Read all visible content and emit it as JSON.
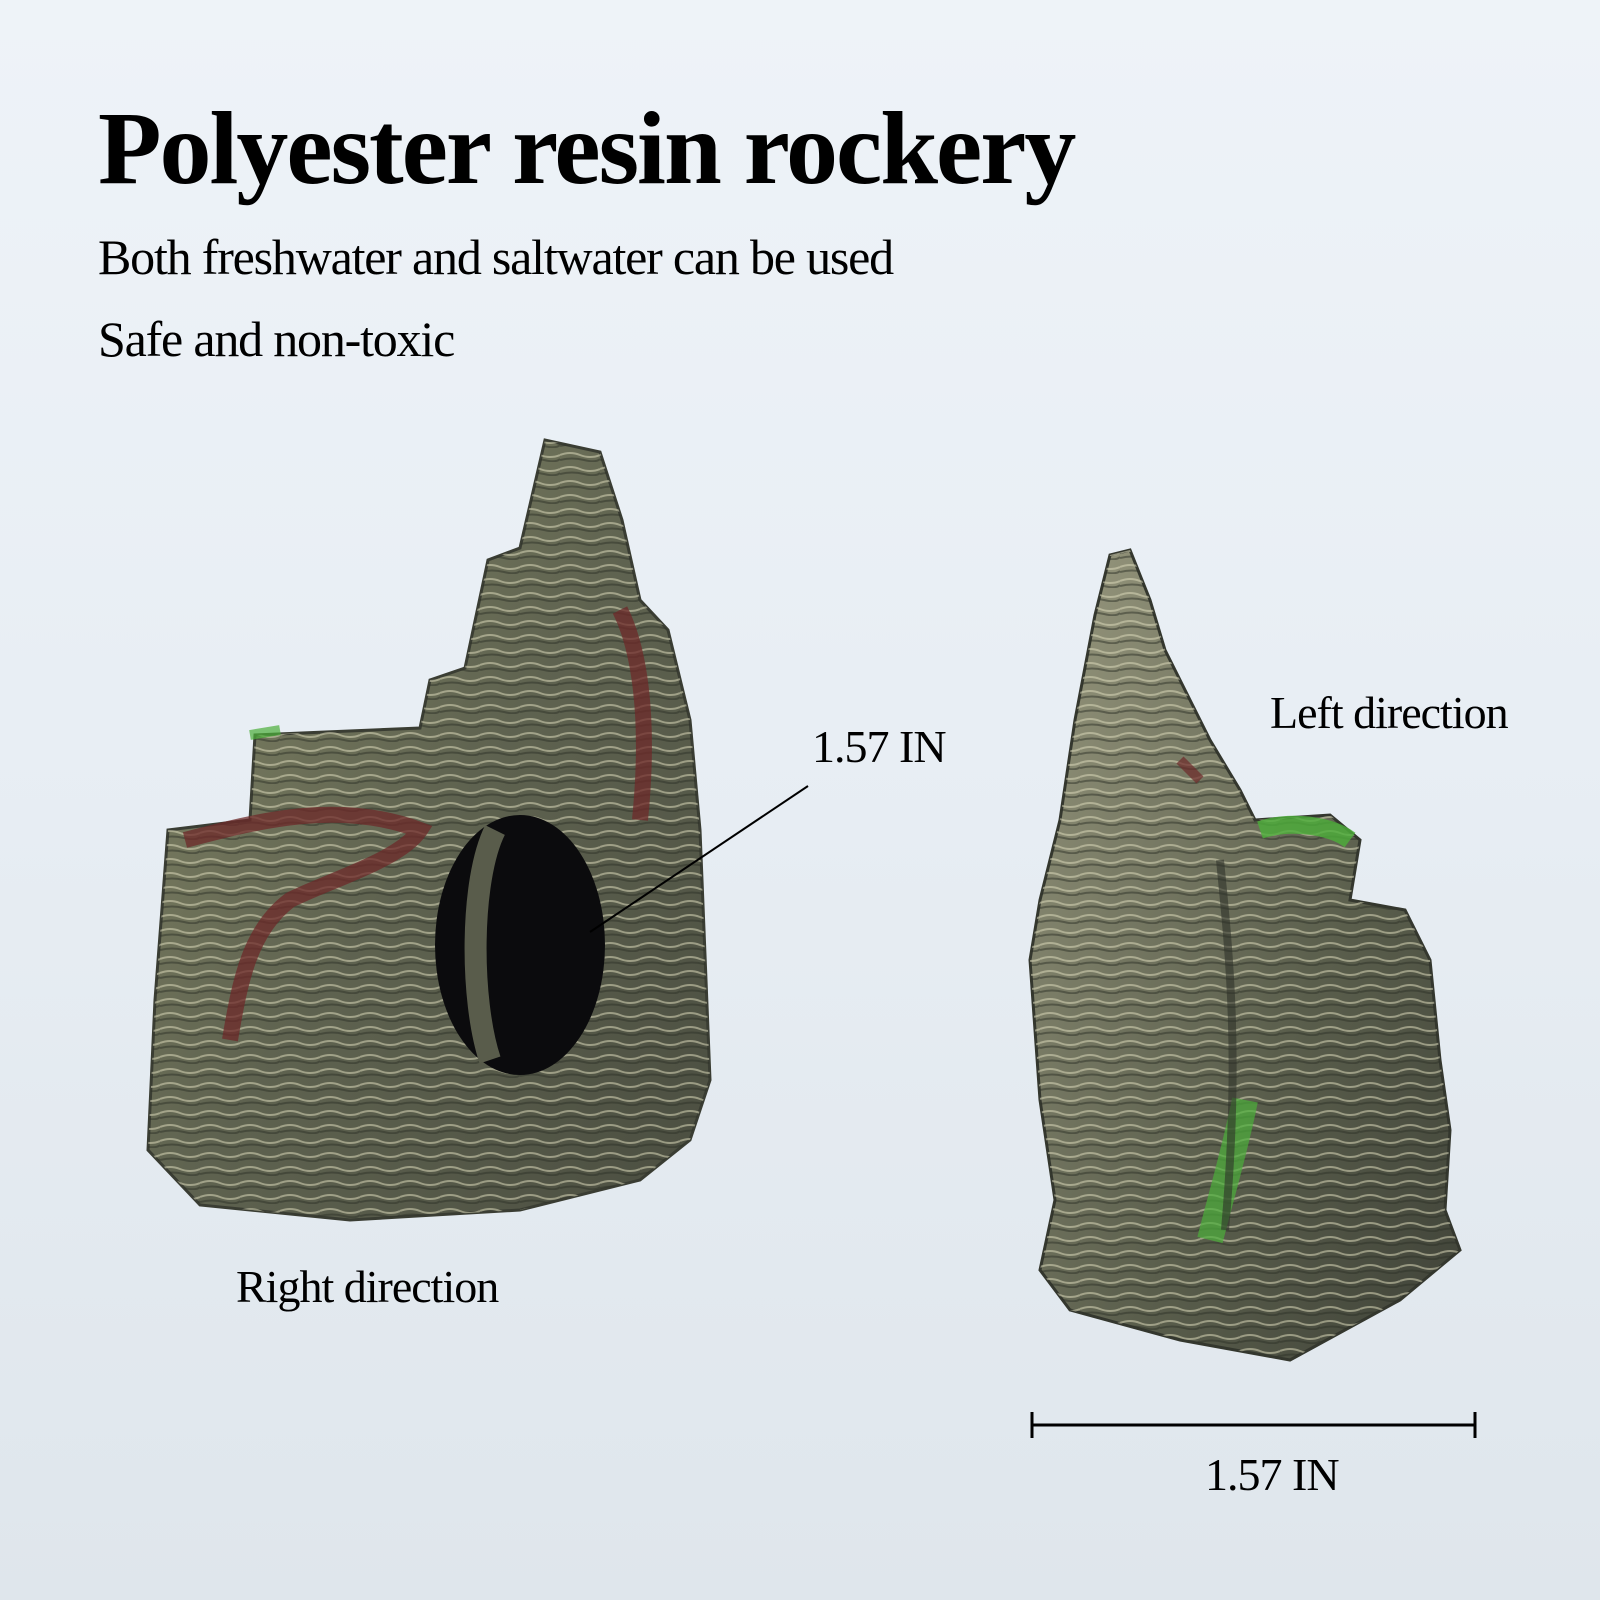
{
  "title": "Polyester resin rockery",
  "features": [
    "Both freshwater and saltwater can be used",
    "Safe and non-toxic"
  ],
  "views": {
    "right_label": "Right direction",
    "left_label": "Left direction"
  },
  "dimensions": {
    "cave_height": "1.57 IN",
    "width": "1.57 IN"
  },
  "colors": {
    "rock_base": "#6b6f55",
    "rock_light": "#c9c7a8",
    "moss": "#4caf3a",
    "rust": "#7a2e2e",
    "cave": "#0b0b0d"
  }
}
